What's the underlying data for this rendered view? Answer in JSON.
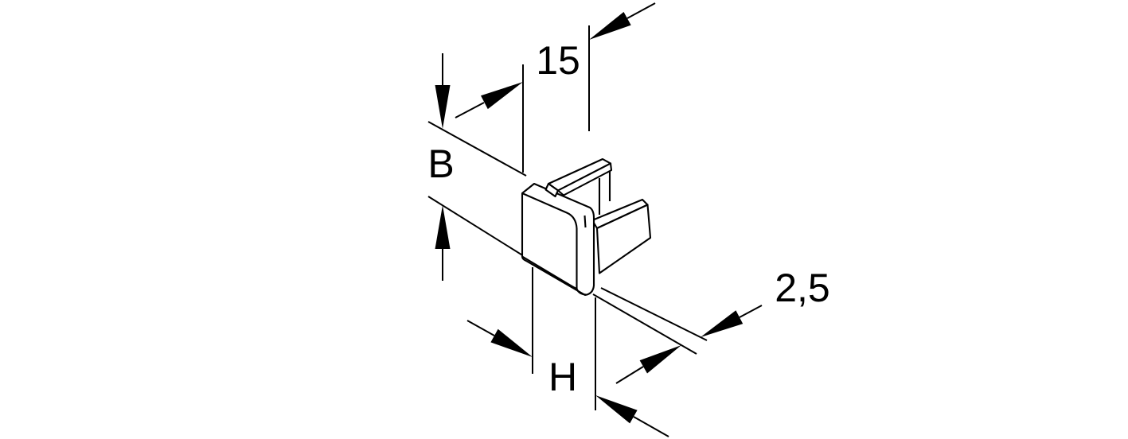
{
  "page": {
    "background_color": "#ffffff",
    "line_color": "#000000"
  },
  "drawing": {
    "description": "Isometric technical line drawing of an end cap part with four dimension callouts",
    "labels": {
      "width_15": "15",
      "breadth_b": "B",
      "thickness_2_5": "2,5",
      "height_h": "H"
    }
  }
}
